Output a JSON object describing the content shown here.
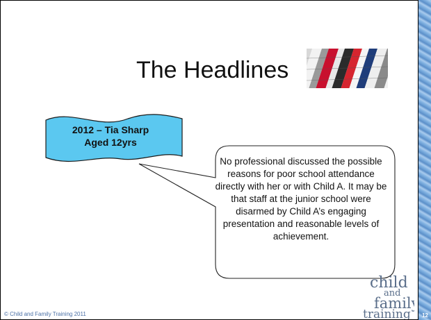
{
  "slide": {
    "title": "The Headlines",
    "flag_line1": "2012 – Tia Sharp",
    "flag_line2": "Aged 12yrs",
    "bubble_text": "No professional discussed the possible reasons for poor school attendance directly with her or with Child A. It may be that staff at the junior school were disarmed by Child A’s engaging presentation and reasonable levels of achievement.",
    "footer": "© Child and Family Training 2011",
    "page_number": "12"
  },
  "logo": {
    "line1": "child",
    "line2": "and",
    "line3": "family",
    "line4": "training"
  },
  "colors": {
    "flag_fill": "#5bc8f0",
    "accent_blue": "#4a6fa5",
    "strip_blue": "#7fb0e0"
  }
}
